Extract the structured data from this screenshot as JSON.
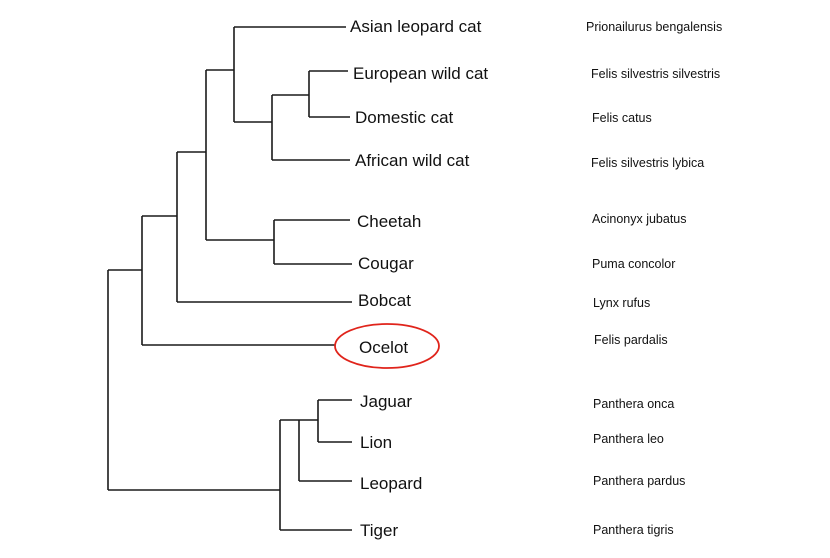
{
  "highlight_color": "#e0241b",
  "taxa": [
    {
      "common": "Asian leopard cat",
      "scientific": "Prionailurus bengalensis"
    },
    {
      "common": "European wild cat",
      "scientific": "Felis silvestris silvestris"
    },
    {
      "common": "Domestic cat",
      "scientific": "Felis catus"
    },
    {
      "common": "African wild cat",
      "scientific": "Felis silvestris lybica"
    },
    {
      "common": "Cheetah",
      "scientific": "Acinonyx jubatus"
    },
    {
      "common": "Cougar",
      "scientific": "Puma concolor"
    },
    {
      "common": "Bobcat",
      "scientific": "Lynx rufus"
    },
    {
      "common": "Ocelot",
      "scientific": "Felis pardalis",
      "highlighted": true
    },
    {
      "common": "Jaguar",
      "scientific": "Panthera onca"
    },
    {
      "common": "Lion",
      "scientific": "Panthera leo"
    },
    {
      "common": "Leopard",
      "scientific": "Panthera pardus"
    },
    {
      "common": "Tiger",
      "scientific": "Panthera tigris"
    }
  ]
}
